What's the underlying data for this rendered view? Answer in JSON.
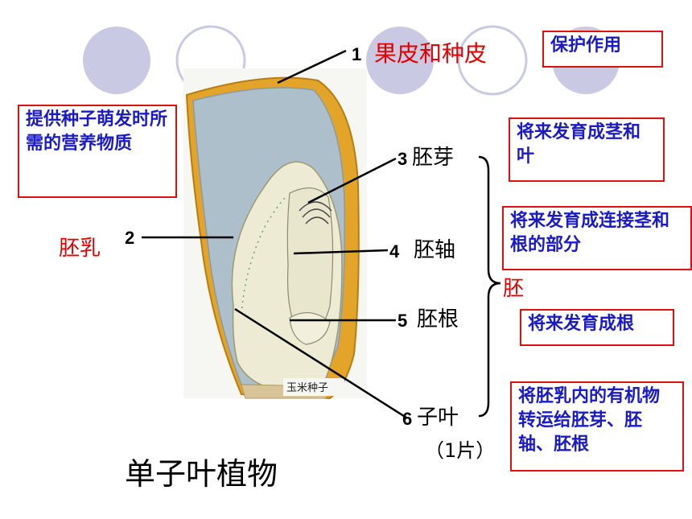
{
  "title": "单子叶植物",
  "embryo_label": "胚",
  "image_caption": "玉米种子",
  "parts": [
    {
      "num": "1",
      "name": "果皮和种皮",
      "function": "保护作用"
    },
    {
      "num": "2",
      "name": "胚乳",
      "function": "提供种子萌发时所需的营养物质"
    },
    {
      "num": "3",
      "name": "胚芽",
      "function": "将来发育成茎和叶"
    },
    {
      "num": "4",
      "name": "胚轴",
      "function": "将来发育成连接茎和根的部分"
    },
    {
      "num": "5",
      "name": "胚根",
      "function": "将来发育成根"
    },
    {
      "num": "6",
      "name": "子叶",
      "function": "将胚乳内的有机物转运给胚芽、胚轴、胚根"
    }
  ],
  "cotyledon_count": "（1片）",
  "colors": {
    "label_red": "#e00000",
    "box_border": "#e01010",
    "box_text": "#1a1ac8",
    "circles": "#c9c9e3"
  }
}
